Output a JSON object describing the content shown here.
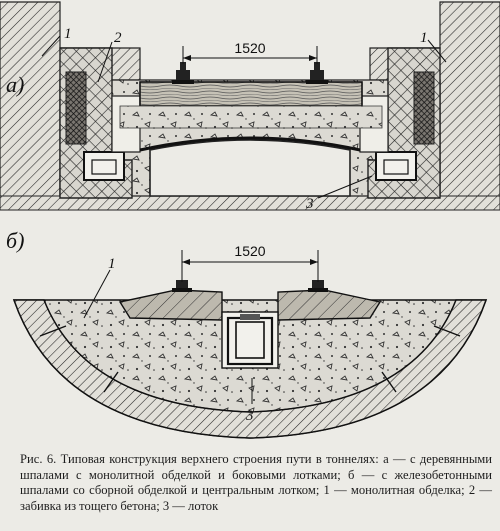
{
  "figure": {
    "panel_a": {
      "letter": "а)",
      "dimension": "1520",
      "callouts": [
        "1",
        "2",
        "1",
        "3"
      ]
    },
    "panel_b": {
      "letter": "б)",
      "dimension": "1520",
      "callouts": [
        "1",
        "3"
      ]
    },
    "caption": {
      "title": "Рис. 6. Типовая конструкция верхнего строения пути в тоннелях:",
      "body": "а — с деревянными шпалами с монолитной обделкой и боковыми лотками; б — с железобетонными шпалами со сборной обделкой и центральным лотком; 1 — монолитная обделка; 2 — забивка из тощего бетона; 3 — лоток"
    }
  },
  "colors": {
    "paper": "#ecebe6",
    "ink": "#1d1d1d",
    "concrete": "#dcdad3",
    "sleeper": "#bdb9ae"
  }
}
